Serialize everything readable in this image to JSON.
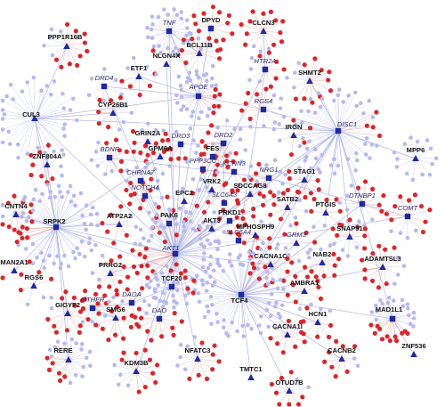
{
  "colors": {
    "edge": "#aab0e4",
    "edge_red": "#d97070",
    "leaf_blue": "#b7b9ec",
    "leaf_red": "#d6272c",
    "hub": "#1f2a9c"
  },
  "hubs": [
    {
      "id": "TNF",
      "label": "TNF",
      "shape": "square",
      "italic": true,
      "leaves": [
        26,
        0
      ]
    },
    {
      "id": "DPYD",
      "label": "DPYD",
      "shape": "square",
      "leaves": [
        4,
        10
      ]
    },
    {
      "id": "CLCN3",
      "label": "CLCN3",
      "shape": "triangle",
      "leaves": [
        3,
        12
      ]
    },
    {
      "id": "PPP1R16B",
      "label": "PPP1R16B",
      "shape": "triangle",
      "leaves": [
        5,
        10
      ]
    },
    {
      "id": "BCL11B",
      "label": "BCL11B",
      "shape": "triangle",
      "leaves": [
        4,
        10
      ]
    },
    {
      "id": "NLGN4X",
      "label": "NLGN4X",
      "shape": "triangle",
      "leaves": [
        2,
        2
      ]
    },
    {
      "id": "HTR2A",
      "label": "HTR2A",
      "shape": "square",
      "italic": true,
      "leaves": [
        4,
        6
      ]
    },
    {
      "id": "SHMT2",
      "label": "SHMT2",
      "shape": "triangle",
      "leaves": [
        4,
        10
      ]
    },
    {
      "id": "ETF1",
      "label": "ETF1",
      "shape": "triangle",
      "leaves": [
        4,
        4
      ]
    },
    {
      "id": "DRD4",
      "label": "DRD4",
      "shape": "square",
      "italic": true,
      "leaves": [
        6,
        0
      ]
    },
    {
      "id": "APOE",
      "label": "APOE",
      "shape": "square",
      "italic": true,
      "leaves": [
        24,
        6
      ]
    },
    {
      "id": "RGS4",
      "label": "RGS4",
      "shape": "square",
      "italic": true,
      "leaves": [
        8,
        6
      ]
    },
    {
      "id": "DISC1",
      "label": "DISC1",
      "shape": "square",
      "italic": true,
      "leaves": [
        44,
        4
      ]
    },
    {
      "id": "CUL3",
      "label": "CUL3",
      "shape": "triangle",
      "leaves": [
        34,
        0
      ]
    },
    {
      "id": "CYP26B1",
      "label": "CYP26B1",
      "shape": "triangle",
      "leaves": [
        4,
        6
      ]
    },
    {
      "id": "GRIN2A",
      "label": "GRIN2A",
      "shape": "triangle",
      "leaves": [
        4,
        8
      ]
    },
    {
      "id": "DRD3",
      "label": "DRD3",
      "shape": "square",
      "italic": true,
      "leaves": [
        4,
        4
      ]
    },
    {
      "id": "DRD2",
      "label": "DRD2",
      "shape": "square",
      "italic": true,
      "leaves": [
        6,
        10
      ]
    },
    {
      "id": "IRGN",
      "label": "IRGN",
      "shape": "triangle",
      "leaves": [
        2,
        4
      ]
    },
    {
      "id": "MPP6",
      "label": "MPP6",
      "shape": "triangle",
      "leaves": [
        14,
        0
      ]
    },
    {
      "id": "ZNF804A",
      "label": "ZNF804A",
      "shape": "triangle",
      "leaves": [
        4,
        8
      ]
    },
    {
      "id": "BDNF",
      "label": "BDNF",
      "shape": "square",
      "italic": true,
      "leaves": [
        6,
        6
      ]
    },
    {
      "id": "GPM6A",
      "label": "GPM6A",
      "shape": "triangle",
      "leaves": [
        4,
        6
      ]
    },
    {
      "id": "FES",
      "label": "FES",
      "shape": "square",
      "leaves": [
        4,
        4
      ]
    },
    {
      "id": "PPP3CC",
      "label": "PPP3CC",
      "shape": "square",
      "italic": true,
      "leaves": [
        4,
        2
      ]
    },
    {
      "id": "KCNN3",
      "label": "KCNN3",
      "shape": "square",
      "italic": true,
      "leaves": [
        4,
        4
      ]
    },
    {
      "id": "CHRNA7",
      "label": "CHRNA7",
      "shape": "square",
      "italic": true,
      "leaves": [
        6,
        4
      ]
    },
    {
      "id": "NRG1",
      "label": "NRG1",
      "shape": "square",
      "italic": true,
      "leaves": [
        6,
        6
      ]
    },
    {
      "id": "STAG1",
      "label": "STAG1",
      "shape": "triangle",
      "leaves": [
        4,
        8
      ]
    },
    {
      "id": "DTNBP1",
      "label": "DTNBP1",
      "shape": "square",
      "italic": true,
      "leaves": [
        8,
        6
      ]
    },
    {
      "id": "COMT",
      "label": "COMT",
      "shape": "square",
      "italic": true,
      "leaves": [
        4,
        10
      ]
    },
    {
      "id": "NOTCH4",
      "label": "NOTCH4",
      "shape": "square",
      "italic": true,
      "leaves": [
        4,
        6
      ]
    },
    {
      "id": "VRK2",
      "label": "VRK2",
      "shape": "triangle",
      "leaves": [
        2,
        4
      ]
    },
    {
      "id": "SDCCAG8",
      "label": "SDCCAG8",
      "shape": "triangle",
      "leaves": [
        4,
        6
      ]
    },
    {
      "id": "EPC2",
      "label": "EPC2",
      "shape": "triangle",
      "leaves": [
        2,
        4
      ]
    },
    {
      "id": "SLC6A3",
      "label": "SLC6A3",
      "shape": "square",
      "italic": true,
      "leaves": [
        2,
        2
      ]
    },
    {
      "id": "CNTN4",
      "label": "CNTN4",
      "shape": "triangle",
      "leaves": [
        2,
        10
      ]
    },
    {
      "id": "SRPK2",
      "label": "SRPK2",
      "shape": "square",
      "leaves": [
        60,
        6
      ]
    },
    {
      "id": "ATP2A2",
      "label": "ATP2A2",
      "shape": "triangle",
      "leaves": [
        2,
        6
      ]
    },
    {
      "id": "PAK6",
      "label": "PAK6",
      "shape": "square",
      "leaves": [
        4,
        6
      ]
    },
    {
      "id": "AKT3",
      "label": "AKT3",
      "shape": "triangle",
      "leaves": [
        2,
        4
      ]
    },
    {
      "id": "PRKD1",
      "label": "PRKD1",
      "shape": "square",
      "leaves": [
        2,
        4
      ]
    },
    {
      "id": "SATB2",
      "label": "SATB2",
      "shape": "triangle",
      "leaves": [
        4,
        6
      ]
    },
    {
      "id": "PTGIS",
      "label": "PTGIS",
      "shape": "triangle",
      "leaves": [
        2,
        6
      ]
    },
    {
      "id": "SNAP91",
      "label": "SNAP91",
      "shape": "triangle",
      "leaves": [
        4,
        8
      ]
    },
    {
      "id": "AKT1",
      "label": "AKT1",
      "shape": "square",
      "italic": true,
      "leaves": [
        60,
        10
      ]
    },
    {
      "id": "SLC6A4",
      "label": "SLC6A4",
      "shape": "square",
      "italic": true,
      "leaves": [
        2,
        2
      ]
    },
    {
      "id": "MPHOSPH9",
      "label": "MPHOSPH9",
      "shape": "triangle",
      "leaves": [
        2,
        8
      ]
    },
    {
      "id": "GRM3",
      "label": "GRM3",
      "shape": "triangle",
      "italic": true,
      "leaves": [
        4,
        4
      ]
    },
    {
      "id": "MAN2A1",
      "label": "MAN2A1",
      "shape": "triangle",
      "leaves": [
        0,
        2
      ]
    },
    {
      "id": "NAB2",
      "label": "NAB2",
      "shape": "triangle",
      "leaves": [
        4,
        8
      ]
    },
    {
      "id": "ADAMTSL3",
      "label": "ADAMTSL3",
      "shape": "triangle",
      "leaves": [
        4,
        10
      ]
    },
    {
      "id": "PRRG2",
      "label": "PRRG2",
      "shape": "triangle",
      "leaves": [
        4,
        8
      ]
    },
    {
      "id": "TCF20",
      "label": "TCF20",
      "shape": "square",
      "leaves": [
        14,
        8
      ]
    },
    {
      "id": "CACNA1C",
      "label": "CACNA1C",
      "shape": "triangle",
      "leaves": [
        4,
        10
      ]
    },
    {
      "id": "RGS6",
      "label": "RGS6",
      "shape": "triangle",
      "leaves": [
        2,
        4
      ]
    },
    {
      "id": "AMBRA1",
      "label": "AMBRA1",
      "shape": "triangle",
      "leaves": [
        2,
        8
      ]
    },
    {
      "id": "DAOA",
      "label": "DAOA",
      "shape": "square",
      "italic": true,
      "leaves": [
        2,
        6
      ]
    },
    {
      "id": "MTHFR",
      "label": "MTHFR",
      "shape": "square",
      "italic": true,
      "leaves": [
        4,
        8
      ]
    },
    {
      "id": "GIGYF2",
      "label": "GIGYF2",
      "shape": "triangle",
      "leaves": [
        2,
        12
      ]
    },
    {
      "id": "SMG6",
      "label": "SMG6",
      "shape": "triangle",
      "leaves": [
        4,
        10
      ]
    },
    {
      "id": "TCF4",
      "label": "TCF4",
      "shape": "square",
      "leaves": [
        60,
        2
      ]
    },
    {
      "id": "HCN1",
      "label": "HCN1",
      "shape": "triangle",
      "leaves": [
        2,
        6
      ]
    },
    {
      "id": "MAD1L1",
      "label": "MAD1L1",
      "shape": "square",
      "leaves": [
        18,
        12
      ]
    },
    {
      "id": "DAO",
      "label": "DAO",
      "shape": "square",
      "italic": true,
      "leaves": [
        4,
        10
      ]
    },
    {
      "id": "CACNA1I",
      "label": "CACNA1I",
      "shape": "triangle",
      "leaves": [
        2,
        8
      ]
    },
    {
      "id": "ZNF536",
      "label": "ZNF536",
      "shape": "triangle",
      "leaves": [
        0,
        0
      ]
    },
    {
      "id": "RERE",
      "label": "RERE",
      "shape": "triangle",
      "leaves": [
        16,
        6
      ]
    },
    {
      "id": "KDM3B",
      "label": "KDM3B",
      "shape": "triangle",
      "leaves": [
        4,
        10
      ]
    },
    {
      "id": "NFATC3",
      "label": "NFATC3",
      "shape": "triangle",
      "leaves": [
        6,
        8
      ]
    },
    {
      "id": "TMTC1",
      "label": "TMTC1",
      "shape": "triangle",
      "leaves": [
        0,
        0
      ]
    },
    {
      "id": "OTUD7B",
      "label": "OTUD7B",
      "shape": "triangle",
      "leaves": [
        2,
        8
      ]
    },
    {
      "id": "CACNB2",
      "label": "CACNB2",
      "shape": "triangle",
      "leaves": [
        2,
        8
      ]
    }
  ],
  "links": [
    [
      "TNF",
      "APOE"
    ],
    [
      "TNF",
      "AKT1"
    ],
    [
      "TNF",
      "BCL11B"
    ],
    [
      "DPYD",
      "APOE"
    ],
    [
      "CLCN3",
      "HTR2A"
    ],
    [
      "PPP1R16B",
      "CUL3"
    ],
    [
      "CUL3",
      "SRPK2"
    ],
    [
      "CUL3",
      "AKT1"
    ],
    [
      "CUL3",
      "DISC1"
    ],
    [
      "CUL3",
      "APOE"
    ],
    [
      "DRD4",
      "APOE"
    ],
    [
      "DRD4",
      "AKT1"
    ],
    [
      "APOE",
      "AKT1"
    ],
    [
      "APOE",
      "RGS4"
    ],
    [
      "RGS4",
      "DISC1"
    ],
    [
      "DISC1",
      "AKT1"
    ],
    [
      "DISC1",
      "TCF4"
    ],
    [
      "DISC1",
      "DTNBP1"
    ],
    [
      "DISC1",
      "NRG1"
    ],
    [
      "DISC1",
      "MPP6"
    ],
    [
      "DISC1",
      "STAG1"
    ],
    [
      "DRD2",
      "AKT1"
    ],
    [
      "DRD2",
      "DRD3"
    ],
    [
      "DRD2",
      "FES"
    ],
    [
      "DRD3",
      "AKT1"
    ],
    [
      "BDNF",
      "AKT1"
    ],
    [
      "BDNF",
      "NRG1"
    ],
    [
      "CHRNA7",
      "AKT1"
    ],
    [
      "NRG1",
      "AKT1"
    ],
    [
      "NRG1",
      "DTNBP1"
    ],
    [
      "DTNBP1",
      "COMT"
    ],
    [
      "DTNBP1",
      "TCF4"
    ],
    [
      "COMT",
      "AKT1"
    ],
    [
      "SRPK2",
      "AKT1"
    ],
    [
      "SRPK2",
      "TCF4"
    ],
    [
      "SRPK2",
      "CNTN4"
    ],
    [
      "AKT1",
      "TCF4"
    ],
    [
      "AKT1",
      "TCF20"
    ],
    [
      "AKT1",
      "AKT3"
    ],
    [
      "AKT1",
      "PAK6"
    ],
    [
      "AKT1",
      "PRKD1"
    ],
    [
      "AKT1",
      "VRK2"
    ],
    [
      "AKT1",
      "DAO"
    ],
    [
      "AKT1",
      "DAOA"
    ],
    [
      "TCF4",
      "MAD1L1"
    ],
    [
      "TCF4",
      "CACNA1C"
    ],
    [
      "TCF4",
      "NAB2"
    ],
    [
      "TCF4",
      "MPHOSPH9"
    ],
    [
      "TCF4",
      "CACNA1I"
    ],
    [
      "TCF4",
      "SATB2"
    ],
    [
      "TCF4",
      "GRM3"
    ],
    [
      "MAD1L1",
      "ZNF536"
    ],
    [
      "MAD1L1",
      "DISC1"
    ],
    [
      "MTHFR",
      "SMG6"
    ],
    [
      "MTHFR",
      "DAOA"
    ],
    [
      "RERE",
      "SRPK2"
    ],
    [
      "KDM3B",
      "AKT1"
    ],
    [
      "NFATC3",
      "AKT1"
    ],
    [
      "SDCCAG8",
      "AKT1"
    ],
    [
      "SLC6A3",
      "DRD2"
    ],
    [
      "SLC6A4",
      "HTR2A"
    ],
    [
      "HTR2A",
      "AKT1"
    ],
    [
      "GRIN2A",
      "AKT1"
    ],
    [
      "GPM6A",
      "SRPK2"
    ],
    [
      "ZNF804A",
      "SRPK2"
    ],
    [
      "CYP26B1",
      "CUL3"
    ],
    [
      "ETF1",
      "APOE"
    ],
    [
      "NLGN4X",
      "AKT1"
    ],
    [
      "SHMT2",
      "DISC1"
    ],
    [
      "IRGN",
      "DISC1"
    ],
    [
      "PTGIS",
      "DISC1"
    ],
    [
      "SNAP91",
      "DISC1"
    ],
    [
      "ADAMTSL3",
      "TCF4"
    ],
    [
      "AMBRA1",
      "TCF4"
    ],
    [
      "HCN1",
      "TCF4"
    ],
    [
      "CACNB2",
      "TCF4"
    ],
    [
      "OTUD7B",
      "TCF4"
    ],
    [
      "TMTC1",
      "TCF4"
    ],
    [
      "GIGYF2",
      "SRPK2"
    ],
    [
      "RGS6",
      "SRPK2"
    ],
    [
      "MAN2A1",
      "SRPK2"
    ],
    [
      "ATP2A2",
      "SRPK2"
    ],
    [
      "PRRG2",
      "AKT1"
    ],
    [
      "EPC2",
      "AKT1"
    ],
    [
      "KCNN3",
      "AKT1"
    ],
    [
      "PPP3CC",
      "AKT1"
    ],
    [
      "NOTCH4",
      "AKT1"
    ],
    [
      "FES",
      "AKT1"
    ],
    [
      "STAG1",
      "AKT1"
    ],
    [
      "CACNA1C",
      "AKT1"
    ],
    [
      "SATB2",
      "DISC1"
    ],
    [
      "DAO",
      "TCF20"
    ],
    [
      "DAOA",
      "TCF20"
    ]
  ]
}
